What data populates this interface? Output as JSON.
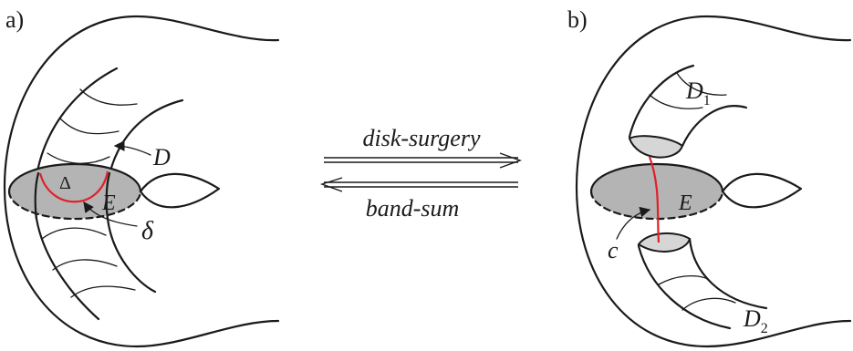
{
  "panels": {
    "a": {
      "label": "a)",
      "D": "D",
      "E": "E",
      "Delta": "Δ",
      "delta": "δ"
    },
    "b": {
      "label": "b)",
      "E": "E",
      "D1_base": "D",
      "D1_sub": "1",
      "D2_base": "D",
      "D2_sub": "2",
      "c": "c"
    }
  },
  "arrows": {
    "top_label": "disk-surgery",
    "bottom_label": "band-sum"
  },
  "colors": {
    "ink": "#1a1a1a",
    "disk_fill": "#b4b4b4",
    "cap_fill": "#d6d6d6",
    "curve": "#e0202a"
  }
}
